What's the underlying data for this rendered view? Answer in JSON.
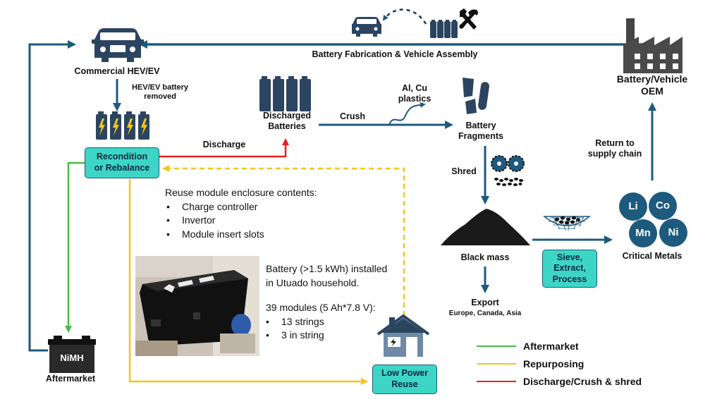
{
  "labels": {
    "commercial_ev": "Commercial HEV/EV",
    "battery_removed": "HEV/EV battery\nremoved",
    "fabrication": "Battery Fabrication & Vehicle Assembly",
    "oem": "Battery/Vehicle\nOEM",
    "discharged_batteries": "Discharged\nBatteries",
    "crush": "Crush",
    "al_cu": "Al, Cu\nplastics",
    "battery_fragments": "Battery\nFragments",
    "discharge": "Discharge",
    "shred": "Shred",
    "return_supply": "Return to\nsupply chain",
    "black_mass": "Black mass",
    "export": "Export",
    "export_regions": "Europe, Canada, Asia",
    "critical_metals": "Critical Metals",
    "aftermarket_label": "Aftermarket",
    "nimh": "NiMH"
  },
  "boxes": {
    "recondition": "Recondition\nor Rebalance",
    "sieve": "Sieve,\nExtract,\nProcess",
    "low_power": "Low Power\nReuse"
  },
  "metals": [
    "Li",
    "Co",
    "Mn",
    "Ni"
  ],
  "reuse_info": {
    "heading": "Reuse module enclosure contents:",
    "items": [
      "Charge controller",
      "Invertor",
      "Module insert slots"
    ]
  },
  "battery_info": {
    "installed": "Battery (>1.5 kWh) installed\nin Utuado household.",
    "modules": "39 modules (5 Ah*7.8 V):",
    "items": [
      "13 strings",
      "3 in string"
    ]
  },
  "legend": [
    {
      "label": "Aftermarket",
      "color": "#4db848"
    },
    {
      "label": "Repurposing",
      "color": "#f5c51c"
    },
    {
      "label": "Discharge/Crush & shred",
      "color": "#e3211c"
    }
  ],
  "colors": {
    "flow": "#1d5a7e",
    "aftermarket": "#4db848",
    "repurposing": "#f5c51c",
    "discharge": "#e3211c",
    "box_fill": "#3dd6c6",
    "icon": "#2b4560"
  }
}
